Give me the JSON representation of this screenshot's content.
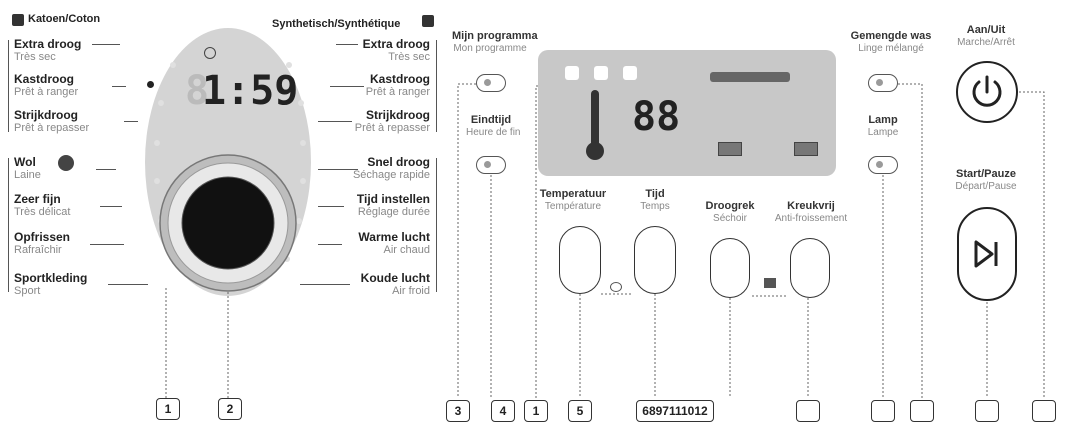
{
  "left_panel": {
    "cotton_header": "Katoen/Coton",
    "programs": [
      {
        "nl": "Extra droog",
        "fr": "Très sec"
      },
      {
        "nl": "Kastdroog",
        "fr": "Prêt à ranger"
      },
      {
        "nl": "Strijkdroog",
        "fr": "Prêt à repasser"
      },
      {
        "nl": "Wol",
        "fr": "Laine"
      },
      {
        "nl": "Zeer fijn",
        "fr": "Très délicat"
      },
      {
        "nl": "Opfrissen",
        "fr": "Rafraîchir"
      },
      {
        "nl": "Sportkleding",
        "fr": "Sport"
      }
    ]
  },
  "right_panel": {
    "synthetic_header": "Synthetisch/Synthétique",
    "programs": [
      {
        "nl": "Extra droog",
        "fr": "Très sec"
      },
      {
        "nl": "Kastdroog",
        "fr": "Prêt à ranger"
      },
      {
        "nl": "Strijkdroog",
        "fr": "Prêt à repasser"
      },
      {
        "nl": "Snel droog",
        "fr": "Séchage rapide"
      },
      {
        "nl": "Tijd instellen",
        "fr": "Réglage durée"
      },
      {
        "nl": "Warme lucht",
        "fr": "Air chaud"
      },
      {
        "nl": "Koude lucht",
        "fr": "Air froid"
      }
    ]
  },
  "dial_display": {
    "time": "1:59",
    "faded_digit": "8"
  },
  "controls": {
    "my_program": {
      "nl": "Mijn programma",
      "fr": "Mon programme"
    },
    "end_time": {
      "nl": "Eindtijd",
      "fr": "Heure de fin"
    },
    "temperature": {
      "nl": "Temperatuur",
      "fr": "Température"
    },
    "time": {
      "nl": "Tijd",
      "fr": "Temps"
    },
    "drying_rack": {
      "nl": "Droogrek",
      "fr": "Séchoir"
    },
    "anti_crease": {
      "nl": "Kreukvrij",
      "fr": "Anti-froissement"
    },
    "mixed_load": {
      "nl": "Gemengde was",
      "fr": "Linge mélangé"
    },
    "lamp": {
      "nl": "Lamp",
      "fr": "Lampe"
    },
    "power": {
      "nl": "Aan/Uit",
      "fr": "Marche/Arrêt"
    },
    "start_pause": {
      "nl": "Start/Pauze",
      "fr": "Départ/Pause"
    }
  },
  "lcd": {
    "digits": "88"
  },
  "callouts": [
    "1",
    "2",
    "3",
    "4",
    "1",
    "5",
    "6897111012",
    "",
    "",
    "",
    "",
    ""
  ],
  "icons": [
    "shirt-icon",
    "clock-icon",
    "thermometer-icon",
    "power-icon",
    "play-pause-icon",
    "wool-icon",
    "rack-icon",
    "crease-icon"
  ]
}
